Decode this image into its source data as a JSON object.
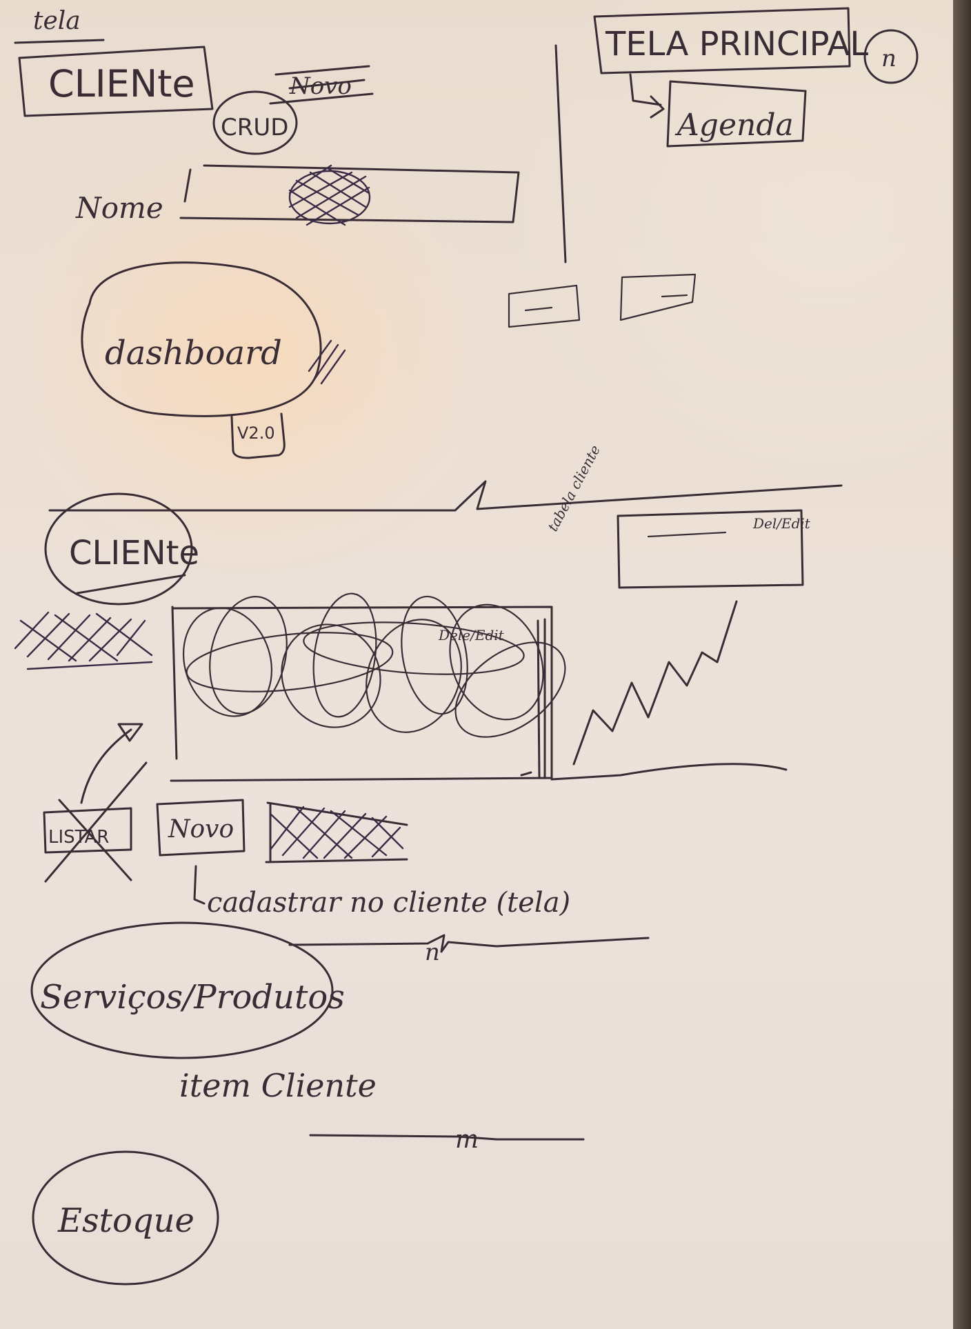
{
  "top_left": {
    "tela_label": "tela",
    "cliente_box": "CLIENte",
    "crud_circle": "CRUD",
    "novo_struck": "Novo",
    "nome_label": "Nome",
    "dashboard_blob": "dashboard",
    "version_badge": "V2.0"
  },
  "top_right": {
    "tela_principal": "TELA PRINCIPAL",
    "page_mark": "n",
    "agenda_box": "Agenda"
  },
  "middle": {
    "cliente_circle": "CLIENte",
    "tabela_label": "tabela cliente",
    "del_edit_label": "Del/Edit",
    "del_edit_scribbled": "Dele/Edit",
    "listar_button": "LISTAR",
    "novo_button": "Novo",
    "cadastrar_note": "cadastrar no cliente (tela)",
    "section_mark": "n"
  },
  "bottom": {
    "servicos_circle": "Serviços/Produtos",
    "item_cliente": "item Cliente",
    "section_mark": "m",
    "estoque_circle": "Estoque"
  },
  "colors": {
    "ink": "#3a2c35",
    "paper": "#ece0d6",
    "glow": "#ffd6aa"
  }
}
